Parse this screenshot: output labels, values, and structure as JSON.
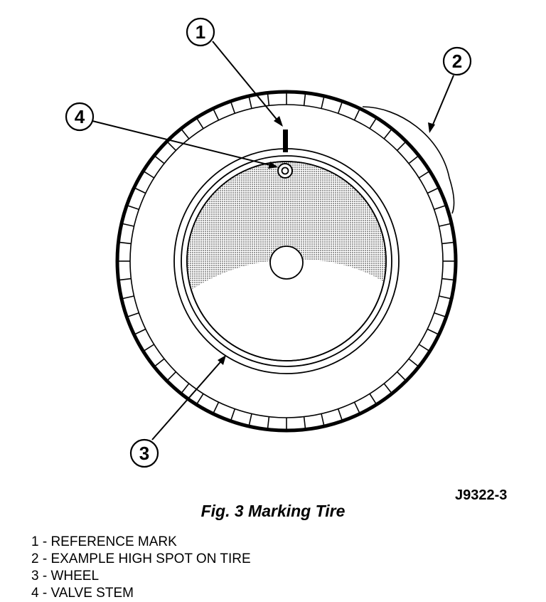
{
  "figure": {
    "code": "J9322-3",
    "caption": "Fig. 3 Marking Tire"
  },
  "callouts": [
    {
      "number": "1",
      "label": "REFERENCE MARK"
    },
    {
      "number": "2",
      "label": "EXAMPLE HIGH SPOT ON TIRE"
    },
    {
      "number": "3",
      "label": "WHEEL"
    },
    {
      "number": "4",
      "label": "VALVE STEM"
    }
  ],
  "legend": [
    "1 - REFERENCE MARK",
    "2 - EXAMPLE HIGH SPOT ON TIRE",
    "3 - WHEEL",
    "4 - VALVE STEM"
  ],
  "colors": {
    "ink": "#000000",
    "wheel_shade": "#b8b8b8",
    "background": "#ffffff"
  }
}
